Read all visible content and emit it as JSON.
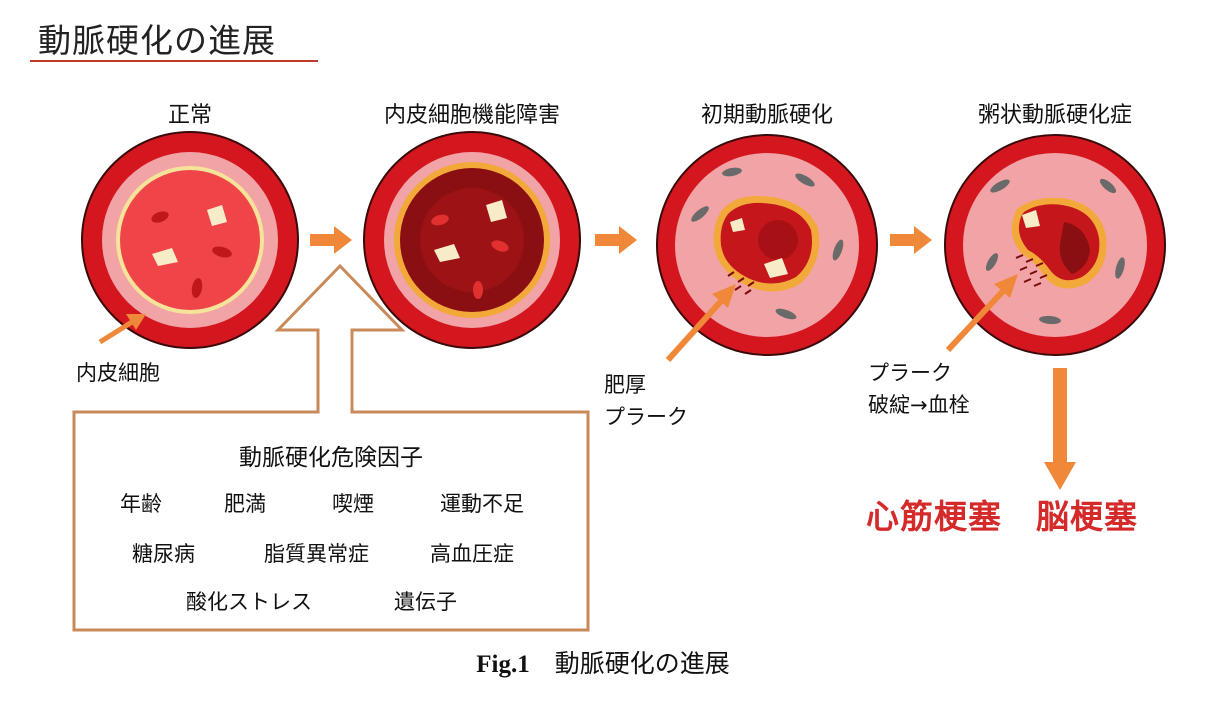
{
  "title": "動脈硬化の進展",
  "stages": [
    {
      "label": "正常"
    },
    {
      "label": "内皮細胞機能障害"
    },
    {
      "label": "初期動脈硬化"
    },
    {
      "label": "粥状動脈硬化症"
    }
  ],
  "annotations": {
    "endothelial": "内皮細胞",
    "thickening": [
      "肥厚",
      "プラーク"
    ],
    "rupture": [
      "プラーク",
      "破綻→血栓"
    ]
  },
  "risk_factors": {
    "title": "動脈硬化危険因子",
    "rows": [
      [
        "年齢",
        "肥満",
        "喫煙",
        "運動不足"
      ],
      [
        "糖尿病",
        "脂質異常症",
        "高血圧症"
      ],
      [
        "酸化ストレス",
        "遺伝子"
      ]
    ]
  },
  "outcomes": [
    "心筋梗塞",
    "脳梗塞"
  ],
  "caption": {
    "fig": "Fig.1",
    "text": "動脈硬化の進展"
  },
  "colors": {
    "artery_wall": "#d4171f",
    "intima": "#f2a3a6",
    "arrow": "#f0883a",
    "box_border": "#c98a5a",
    "outcome": "#d42a2a"
  }
}
